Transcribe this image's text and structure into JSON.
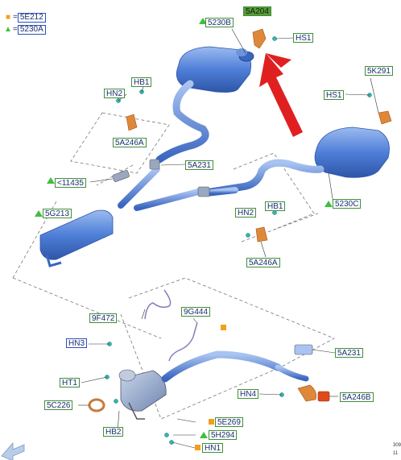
{
  "legend": [
    {
      "symbol": "■",
      "label": "5E212",
      "color": "#f2a01c"
    },
    {
      "symbol": "▲",
      "label": "5230A",
      "color": "#3fbf3f"
    }
  ],
  "callouts": {
    "c5A204": "5A204",
    "c5230B": "5230B",
    "cHS1_top": "HS1",
    "cHB1_left": "HB1",
    "cHN2_left": "HN2",
    "c5A246A_left": "5A246A",
    "c5K291": "5K291",
    "cHS1_right": "HS1",
    "c11435": "<11435",
    "c5A231_mid": "5A231",
    "c5G213": "5G213",
    "cHN2_mid": "HN2",
    "cHB1_mid": "HB1",
    "c5230C": "5230C",
    "c5A246A_mid": "5A246A",
    "c9F472": "9F472",
    "c9G444": "9G444",
    "cHN3": "HN3",
    "c5A231_low": "5A231",
    "cHT1": "HT1",
    "cHN4": "HN4",
    "c5A246B": "5A246B",
    "c5C226": "5C226",
    "cHB2": "HB2",
    "c5E269": "5E269",
    "c5H294": "5H294",
    "cHN1": "HN1"
  },
  "corner_text": [
    "309",
    "11"
  ],
  "colors": {
    "muffler": "#4f7fd8",
    "pipe": "#5a88dc",
    "hanger": "#e0883a",
    "highlight_arrow": "#e02020",
    "label_green": "#3f8f3a",
    "label_blue": "#2b4fc2",
    "legend_square": "#f2a01c",
    "legend_triangle": "#3fbf3f",
    "fastener": "#2fb8b8"
  },
  "icons": {
    "legend_square": "orange-square-icon",
    "legend_triangle": "green-triangle-icon",
    "nav_arrow": "back-arrow-icon"
  }
}
